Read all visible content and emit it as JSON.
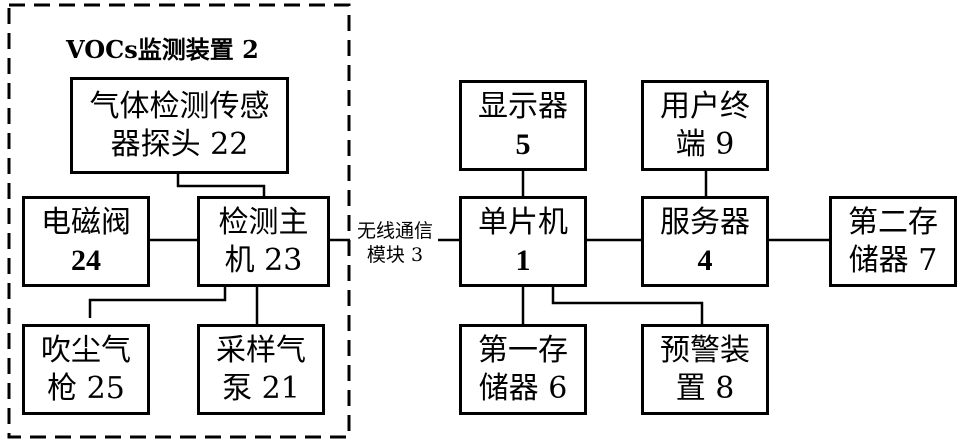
{
  "module_group": {
    "title": "VOCs监测装置 2"
  },
  "wireless": {
    "line1": "无线通信",
    "line2": "模块 3"
  },
  "boxes": {
    "gas_probe": {
      "line1": "气体检测传感",
      "line2": "器探头 22"
    },
    "solenoid": {
      "line1": "电磁阀",
      "line2": "24"
    },
    "host": {
      "line1": "检测主",
      "line2": "机 23"
    },
    "blower": {
      "line1": "吹尘气",
      "line2": "枪 25"
    },
    "pump": {
      "line1": "采样气",
      "line2": "泵 21"
    },
    "display": {
      "line1": "显示器",
      "line2": "5"
    },
    "mcu": {
      "line1": "单片机",
      "line2": "1"
    },
    "storage1": {
      "line1": "第一存",
      "line2": "储器 6"
    },
    "terminal": {
      "line1": "用户终",
      "line2": "端 9"
    },
    "server": {
      "line1": "服务器",
      "line2": "4"
    },
    "alarm": {
      "line1": "预警装",
      "line2": "置 8"
    },
    "storage2": {
      "line1": "第二存",
      "line2": "储器 7"
    }
  }
}
